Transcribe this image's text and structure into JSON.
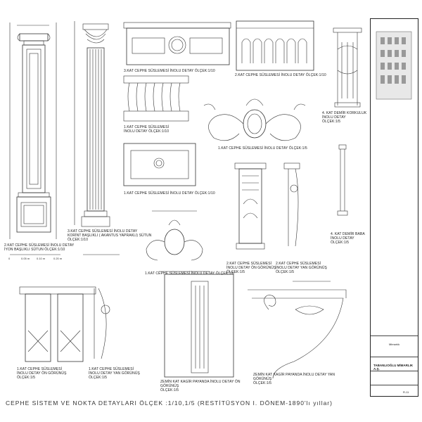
{
  "sheet_title": "CEPHE SİSTEM VE NOKTA DETAYLARI ÖLÇEK :1/10,1/5 (RESTİTÜSYON I. DÖNEM-1890'lı yıllar)",
  "labels": {
    "d1": "2.KAT CEPHE SÜSLEMESİ İNOLU DETAY\nİYON BAŞLIKLI SÜTUN ÖLÇEK:1/10",
    "d2": "3.KAT CEPHE SÜSLEMESİ İNOLU DETAY\nKORİNT BAŞLIKLI ( AKANTUS YAPRAKLI) SÜTUN ÖLÇEK:1/10",
    "d3": "3.KAT CEPHE SÜSLEMESİ İNOLU DETAY ÖLÇEK:1/10",
    "d4": "2.KAT CEPHE SÜSLEMESİ İNOLU DETAY ÖLÇEK:1/10",
    "d5": "1.KAT CEPHE SÜSLEMESİ\nİNOLU DETAY ÖLÇEK:1/10",
    "d6": "1.KAT CEPHE SÜSLEMESİ İNOLU DETAY ÖLÇEK:1/5",
    "d7": "1.KAT CEPHE SÜSLEMESİ İNOLU DETAY ÖLÇEK:1/10",
    "d8": "1.KAT CEPHE SÜSLEMESİ İNOLU DETAY ÖLÇEK:1/5",
    "d9": "4. KAT DEMİR KORKULUK\nİNOLU DETAY\nÖLÇEK:1/5",
    "d10": "4. KAT DEMİR BABA\nİNOLU DETAY\nÖLÇEK:1/5",
    "d11": "2.KAT CEPHE SÜSLEMESİ\nİNOLU DETAY ÖN GÖRÜNÜŞ\nÖLÇEK:1/5",
    "d12": "2.KAT CEPHE SÜSLEMESİ\nİNOLU DETAY YAN GÖRÜNÜŞ\nÖLÇEK:1/5",
    "d13": "1.KAT CEPHE SÜSLEMESİ\nİNOLU DETAY ÖN GÖRÜNÜŞ\nÖLÇEK:1/5",
    "d14": "1.KAT CEPHE SÜSLEMESİ\nİNOLU DETAY YAN GÖRÜNÜŞ\nÖLÇEK:1/5",
    "d15": "ZEMİN KAT KAGİR PAYANDA İNOLU DETAY ÖN GÖRÜNÜŞ\nÖLÇEK:1/5",
    "d16": "ZEMİN KAT KAGİR PAYANDA İNOLU DETAY YAN GÖRÜNÜŞ\nÖLÇEK:1/5"
  },
  "scale_texts": [
    "0",
    "0.05 m",
    "0.10 m",
    "0.20 m"
  ],
  "title_block": {
    "firm": "TABANLIOĞLU MİMARLIK A.Ş.",
    "brand": "Mimarlık",
    "code": "R-11"
  }
}
